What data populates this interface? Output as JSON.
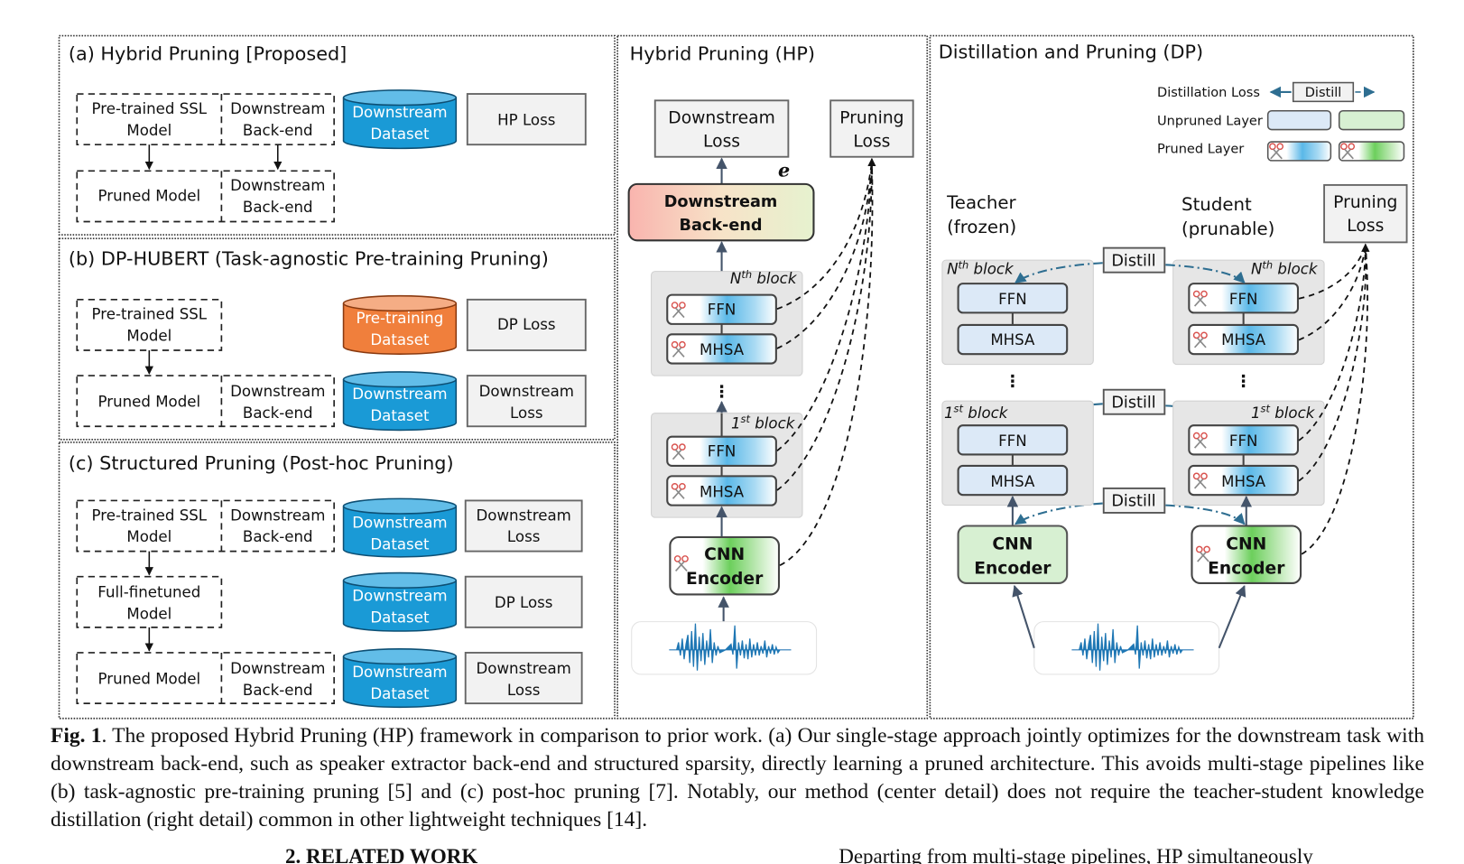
{
  "panel_a": {
    "title": "(a) Hybrid Pruning [Proposed]",
    "pretrained_ssl": [
      "Pre-trained SSL",
      "Model"
    ],
    "backend": [
      "Downstream",
      "Back-end"
    ],
    "dataset": [
      "Downstream",
      "Dataset"
    ],
    "loss": "HP Loss",
    "pruned_model": "Pruned Model",
    "backend2": [
      "Downstream",
      "Back-end"
    ]
  },
  "panel_b": {
    "title": "(b) DP-HUBERT (Task-agnostic Pre-training Pruning)",
    "pretrained_ssl": [
      "Pre-trained SSL",
      "Model"
    ],
    "pretraining_dataset": [
      "Pre-training",
      "Dataset"
    ],
    "dp_loss": "DP Loss",
    "pruned_model": "Pruned Model",
    "backend": [
      "Downstream",
      "Back-end"
    ],
    "dataset": [
      "Downstream",
      "Dataset"
    ],
    "downstream_loss": [
      "Downstream",
      "Loss"
    ]
  },
  "panel_c": {
    "title": "(c) Structured Pruning (Post-hoc Pruning)",
    "pretrained_ssl": [
      "Pre-trained SSL",
      "Model"
    ],
    "backend": [
      "Downstream",
      "Back-end"
    ],
    "dataset1": [
      "Downstream",
      "Dataset"
    ],
    "loss1": [
      "Downstream",
      "Loss"
    ],
    "finetuned": [
      "Full-finetuned",
      "Model"
    ],
    "dataset2": [
      "Downstream",
      "Dataset"
    ],
    "loss2": "DP Loss",
    "pruned_model": "Pruned Model",
    "backend2": [
      "Downstream",
      "Back-end"
    ],
    "dataset3": [
      "Downstream",
      "Dataset"
    ],
    "loss3": [
      "Downstream",
      "Loss"
    ]
  },
  "hp": {
    "title": "Hybrid Pruning (HP)",
    "downstream_loss": [
      "Downstream",
      "Loss"
    ],
    "pruning_loss": [
      "Pruning",
      "Loss"
    ],
    "embedding_symbol": "e",
    "backend": [
      "Downstream",
      "Back-end"
    ],
    "nth_block": {
      "prefix": "N",
      "sup": "th",
      "suffix": " block"
    },
    "first_block": {
      "prefix": "1",
      "sup": "st",
      "suffix": " block"
    },
    "ffn": "FFN",
    "mhsa": "MHSA",
    "ellipsis": "⋮",
    "cnn_encoder": [
      "CNN",
      "Encoder"
    ]
  },
  "dp": {
    "title": "Distillation and Pruning (DP)",
    "legend": {
      "distillation_loss": "Distillation Loss",
      "distill_label": "Distill",
      "unpruned_layer": "Unpruned Layer",
      "pruned_layer": "Pruned Layer"
    },
    "teacher": [
      "Teacher",
      "(frozen)"
    ],
    "student": [
      "Student",
      "(prunable)"
    ],
    "pruning_loss": [
      "Pruning",
      "Loss"
    ],
    "distill": "Distill",
    "nth_block": {
      "prefix": "N",
      "sup": "th",
      "suffix": " block"
    },
    "first_block": {
      "prefix": "1",
      "sup": "st",
      "suffix": " block"
    },
    "ffn": "FFN",
    "mhsa": "MHSA",
    "ellipsis": "⋮",
    "cnn_encoder": [
      "CNN",
      "Encoder"
    ]
  },
  "colors": {
    "dataset_blue": "#1a9ad6",
    "dataset_orange": "#f07f3c",
    "loss_box_fill": "#f2f2f2",
    "block_bg": "#e6e6e6",
    "unpruned_blue": "#dce9f7",
    "unpruned_green": "#d7f0d2",
    "pruned_blue": "#4fb3e6",
    "pruned_green": "#6ccf5c",
    "distill_arrow": "#2e6e91",
    "scissors_red": "#d9534f"
  },
  "caption": {
    "label": "Fig. 1",
    "text": ".  The proposed Hybrid Pruning (HP) framework in comparison to prior work.  (a) Our single-stage approach jointly optimizes for the downstream task with downstream back-end, such as speaker extractor back-end and structured sparsity, directly learning a pruned architecture.  This avoids multi-stage pipelines like (b) task-agnostic pre-training pruning [5] and (c) post-hoc pruning [7].  Notably, our method (center detail) does not require the teacher-student knowledge distillation (right detail) common in other lightweight techniques [14]."
  },
  "next_section": {
    "heading": "2.  RELATED WORK",
    "right_fragment": "Departing from multi-stage pipelines, HP simultaneously"
  }
}
